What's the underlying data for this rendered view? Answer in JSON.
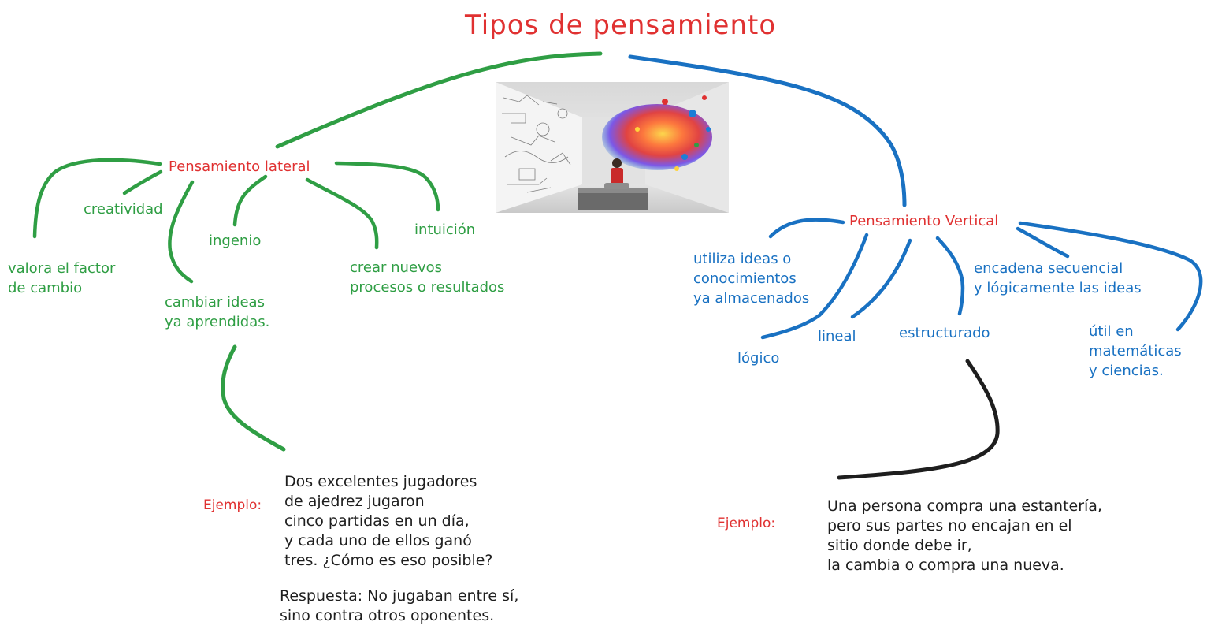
{
  "title": "Tipos de pensamiento",
  "colors": {
    "red": "#e03131",
    "green": "#2f9e44",
    "blue": "#1971c2",
    "black": "#1e1e1e"
  },
  "image": {
    "icon": "colorful-thinking-illustration"
  },
  "lateral": {
    "label": "Pensamiento lateral",
    "items": {
      "valora": "valora el factor\nde cambio",
      "creatividad": "creatividad",
      "cambiar": "cambiar ideas\nya aprendidas.",
      "ingenio": "ingenio",
      "crear": "crear nuevos\nprocesos o resultados",
      "intuicion": "intuición"
    },
    "example_label": "Ejemplo:",
    "example_text": "Dos excelentes jugadores\nde ajedrez jugaron\ncinco partidas en un día,\ny cada uno de ellos ganó\ntres. ¿Cómo es eso posible?",
    "answer_text": "Respuesta: No jugaban entre sí,\nsino contra otros oponentes."
  },
  "vertical": {
    "label": "Pensamiento Vertical",
    "items": {
      "utiliza": "utiliza ideas o\nconocimientos\nya almacenados",
      "logico": "lógico",
      "lineal": "lineal",
      "estructurado": "estructurado",
      "encadena": "encadena secuencial\ny lógicamente las ideas",
      "util": "útil en\nmatemáticas\ny ciencias."
    },
    "example_label": "Ejemplo:",
    "example_text": "Una persona compra una estantería,\npero sus partes no encajan en el\nsitio donde debe ir,\nla cambia o compra una nueva."
  }
}
